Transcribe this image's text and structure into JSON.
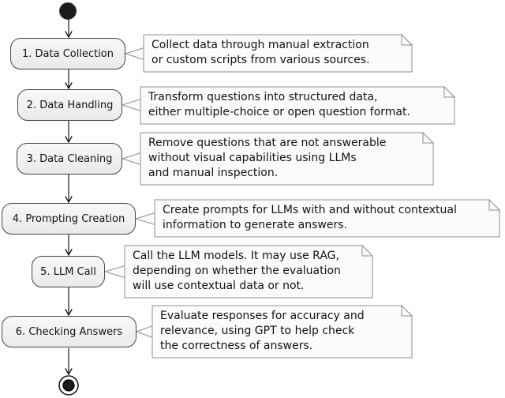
{
  "diagram": {
    "type": "activity-flowchart",
    "colors": {
      "activity_fill": "#f0f0f0",
      "activity_border": "#474747",
      "note_fill": "#fbfbfb",
      "note_border": "#8f8f8f",
      "arrow": "#1a1a1a",
      "text": "#121212",
      "start_end_node": "#1c1c1c"
    },
    "steps": [
      {
        "label": "1. Data Collection",
        "note_lines": [
          "Collect data through manual extraction",
          "or custom scripts from various sources."
        ]
      },
      {
        "label": "2. Data Handling",
        "note_lines": [
          "Transform questions into structured data,",
          "either multiple-choice or open question format."
        ]
      },
      {
        "label": "3. Data Cleaning",
        "note_lines": [
          "Remove questions that are not answerable",
          "without visual capabilities using LLMs",
          "and manual inspection."
        ]
      },
      {
        "label": "4. Prompting Creation",
        "note_lines": [
          "Create prompts for LLMs with and without contextual",
          "information to generate answers."
        ]
      },
      {
        "label": "5. LLM Call",
        "note_lines": [
          "Call the LLM models. It may use RAG,",
          "depending on whether the evaluation",
          "will use contextual data or not."
        ]
      },
      {
        "label": "6. Checking Answers",
        "note_lines": [
          "Evaluate responses for accuracy and",
          "relevance, using GPT to help check",
          "the correctness of answers."
        ]
      }
    ]
  }
}
